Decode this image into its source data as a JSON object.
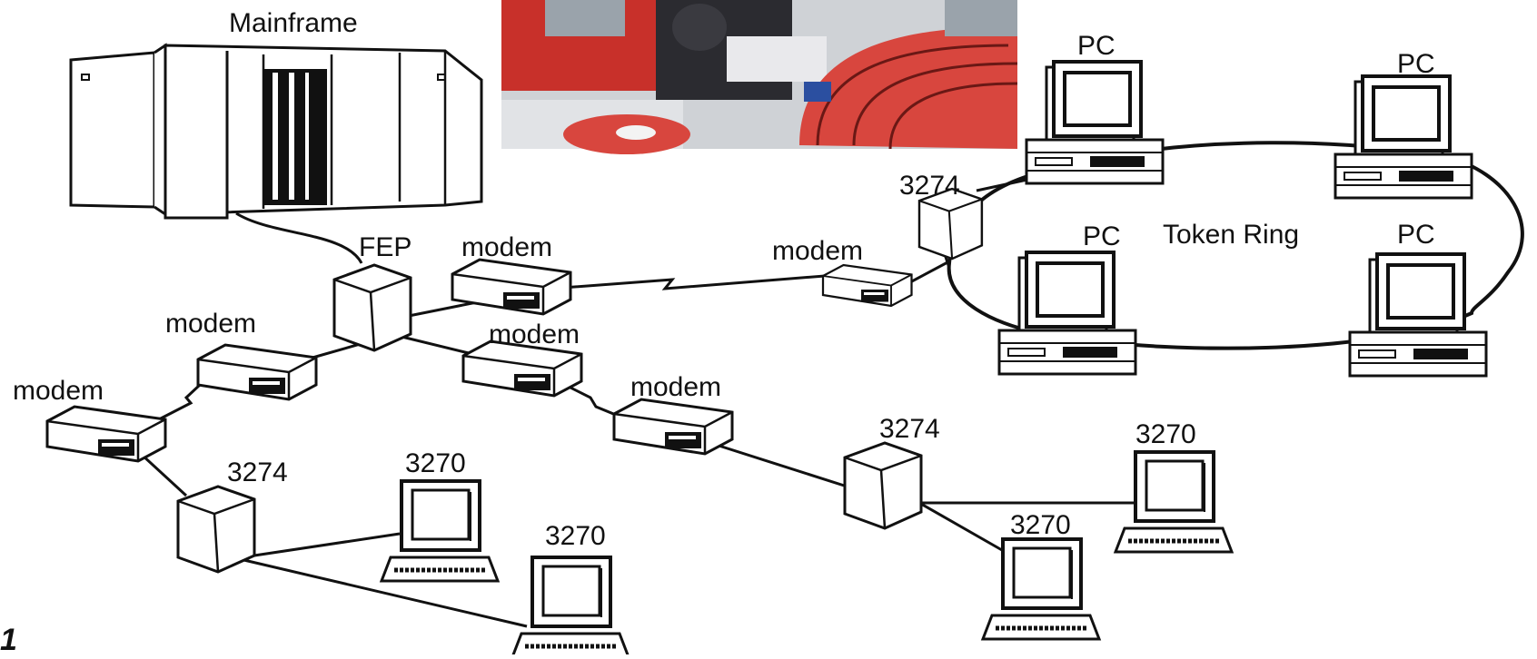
{
  "labels": {
    "mainframe": "Mainframe",
    "fep": "FEP",
    "token_ring": "Token Ring",
    "modem": "modem",
    "controller": "3274",
    "terminal": "3270",
    "pc": "PC",
    "corner_mark": "1"
  },
  "photo": {
    "subject": "mainframe-operator-room-photo",
    "colors": {
      "panel": "#c8302a",
      "floor": "#cfd2d6",
      "tape": "#d8463e",
      "dark": "#2b2b30"
    }
  }
}
